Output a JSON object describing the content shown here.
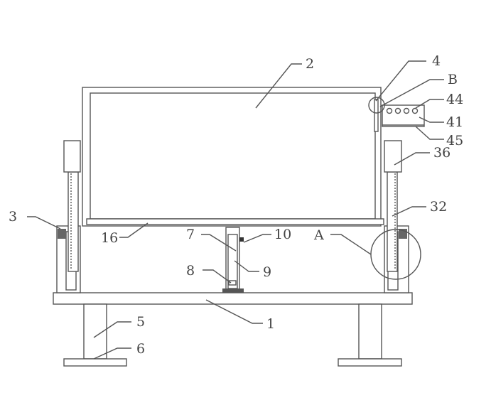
{
  "title": "Patent drawing: adjustable board apparatus",
  "labels": {
    "l1": "1",
    "l2": "2",
    "l3": "3",
    "l4": "4",
    "l5": "5",
    "l6": "6",
    "l7": "7",
    "l8": "8",
    "l9": "9",
    "l10": "10",
    "l16": "16",
    "l32": "32",
    "l36": "36",
    "l41": "41",
    "l44": "44",
    "l45": "45",
    "lA": "A",
    "lB": "B"
  }
}
